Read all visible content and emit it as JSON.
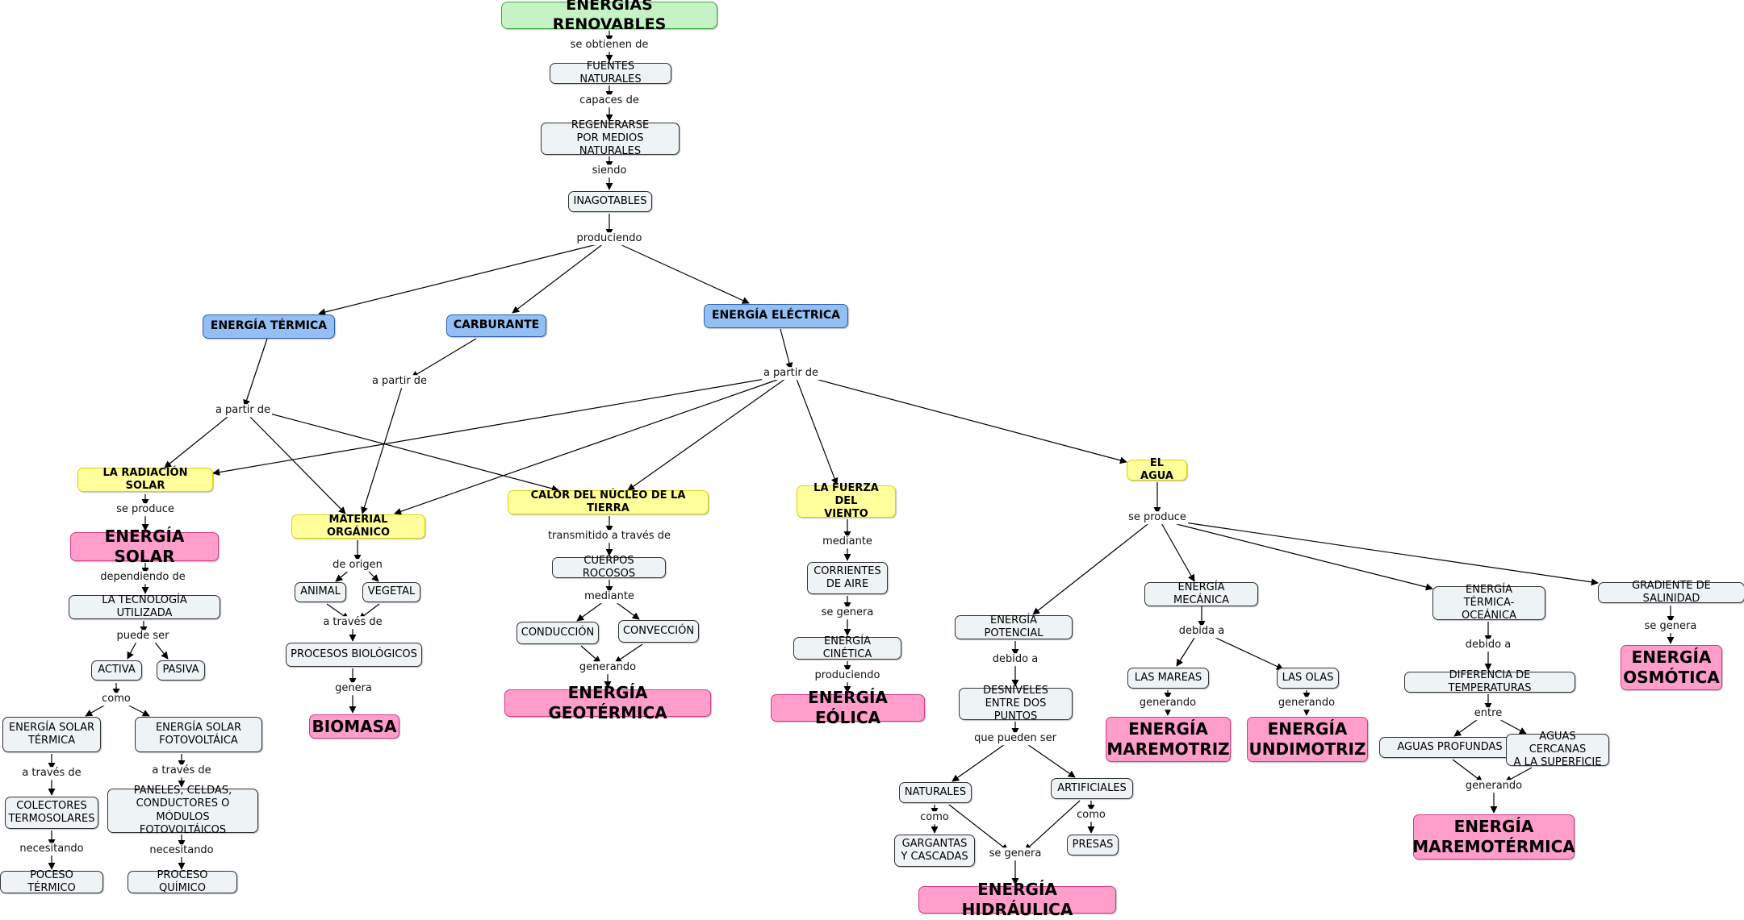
{
  "colors": {
    "green": "#c6f3c6",
    "blue": "#93bff4",
    "yellow": "#ffff9c",
    "pink": "#ff9dcb",
    "grey": "#eef3f5"
  },
  "nodes": {
    "renovables": {
      "text": "ENERGÍAS RENOVABLES",
      "style": "green"
    },
    "fuentes": {
      "text": "FUENTES NATURALES",
      "style": "grey"
    },
    "regenerarse": {
      "text": "REGENERARSE\nPOR MEDIOS NATURALES",
      "style": "grey"
    },
    "inagotables": {
      "text": "INAGOTABLES",
      "style": "grey"
    },
    "termica": {
      "text": "ENERGÍA TÉRMICA",
      "style": "blue"
    },
    "carburante": {
      "text": "CARBURANTE",
      "style": "blue"
    },
    "electrica": {
      "text": "ENERGÍA ELÉCTRICA",
      "style": "blue"
    },
    "radiacion": {
      "text": "LA RADIACIÓN SOLAR",
      "style": "yellow"
    },
    "material": {
      "text": "MATERIAL ORGÁNICO",
      "style": "yellow"
    },
    "calor": {
      "text": "CALOR DEL NÚCLEO DE LA TIERRA",
      "style": "yellow"
    },
    "fuerza": {
      "text": "LA FUERZA DEL\nVIENTO",
      "style": "yellow"
    },
    "agua": {
      "text": "EL AGUA",
      "style": "yellow"
    },
    "solar": {
      "text": "ENERGÍA SOLAR",
      "style": "pink"
    },
    "tecnologia": {
      "text": "LA TECNOLOGÍA UTILIZADA",
      "style": "grey"
    },
    "activa": {
      "text": "ACTIVA",
      "style": "grey"
    },
    "pasiva": {
      "text": "PASIVA",
      "style": "grey"
    },
    "st_termica": {
      "text": "ENERGÍA SOLAR\nTÉRMICA",
      "style": "grey"
    },
    "st_foto": {
      "text": "ENERGÍA SOLAR\nFOTOVOLTÁICA",
      "style": "grey"
    },
    "colectores": {
      "text": "COLECTORES\nTERMOSOLARES",
      "style": "grey"
    },
    "paneles": {
      "text": "PANELES, CELDAS,\nCONDUCTORES O\nMÓDULOS FOTOVOLTÁICOS",
      "style": "grey"
    },
    "poceso": {
      "text": "POCESO TÉRMICO",
      "style": "grey"
    },
    "quimico": {
      "text": "PROCESO QUÍMICO",
      "style": "grey"
    },
    "animal": {
      "text": "ANIMAL",
      "style": "grey"
    },
    "vegetal": {
      "text": "VEGETAL",
      "style": "grey"
    },
    "procesos": {
      "text": "PROCESOS BIOLÓGICOS",
      "style": "grey"
    },
    "biomasa": {
      "text": "BIOMASA",
      "style": "pink"
    },
    "cuerpos": {
      "text": "CUERPOS ROCOSOS",
      "style": "grey"
    },
    "conduccion": {
      "text": "CONDUCCIÓN",
      "style": "grey"
    },
    "conveccion": {
      "text": "CONVECCIÓN",
      "style": "grey"
    },
    "geotermica": {
      "text": "ENERGÍA GEOTÉRMICA",
      "style": "pink"
    },
    "corrientes": {
      "text": "CORRIENTES\nDE AIRE",
      "style": "grey"
    },
    "cinetica": {
      "text": "ENERGÍA CINÉTICA",
      "style": "grey"
    },
    "eolica": {
      "text": "ENERGÍA EÓLICA",
      "style": "pink"
    },
    "potencial": {
      "text": "ENERGÍA POTENCIAL",
      "style": "grey"
    },
    "desniveles": {
      "text": "DESNIVELES\nENTRE DOS PUNTOS",
      "style": "grey"
    },
    "naturales": {
      "text": "NATURALES",
      "style": "grey"
    },
    "artificiales": {
      "text": "ARTIFICIALES",
      "style": "grey"
    },
    "gargantas": {
      "text": "GARGANTAS\nY CASCADAS",
      "style": "grey"
    },
    "presas": {
      "text": "PRESAS",
      "style": "grey"
    },
    "hidraulica": {
      "text": "ENERGÍA HIDRÁULICA",
      "style": "pink"
    },
    "mecanica": {
      "text": "ENERGÍA MECÁNICA",
      "style": "grey"
    },
    "mareas": {
      "text": "LAS MAREAS",
      "style": "grey"
    },
    "olas": {
      "text": "LAS OLAS",
      "style": "grey"
    },
    "maremotriz": {
      "text": "ENERGÍA\nMAREMOTRIZ",
      "style": "pink"
    },
    "undimotriz": {
      "text": "ENERGÍA\nUNDIMOTRIZ",
      "style": "pink"
    },
    "oceanica": {
      "text": "ENERGÍA\nTÉRMICA-OCEÁNICA",
      "style": "grey"
    },
    "diferencia": {
      "text": "DIFERENCIA DE TEMPERATURAS",
      "style": "grey"
    },
    "profundas": {
      "text": "AGUAS PROFUNDAS",
      "style": "grey"
    },
    "cercanas": {
      "text": "AGUAS CERCANAS\nA LA SUPERFICIE",
      "style": "grey"
    },
    "maremotermica": {
      "text": "ENERGÍA\nMAREMOTÉRMICA",
      "style": "pink"
    },
    "salinidad": {
      "text": "GRADIENTE DE SALINIDAD",
      "style": "grey"
    },
    "osmotica": {
      "text": "ENERGÍA\nOSMÓTICA",
      "style": "pink"
    }
  },
  "labels": {
    "se_obtienen": "se obtienen de",
    "capaces": "capaces de",
    "siendo": "siendo",
    "produciendo": "produciendo",
    "apartir_carb": "a partir de",
    "apartir_elec": "a partir de",
    "apartir_term": "a partir de",
    "se_produce_sol": "se produce",
    "dependiendo": "dependiendo de",
    "puede_ser": "puede ser",
    "como_sol": "como",
    "atraves_col": "a través de",
    "atraves_pan": "a través de",
    "necesitando_col": "necesitando",
    "necesitando_pan": "necesitando",
    "de_origen": "de origen",
    "atraves_bio": "a través de",
    "genera_bio": "genera",
    "transmitido": "transmitido a través de",
    "mediante_geo": "mediante",
    "generando_geo": "generando",
    "mediante_vien": "mediante",
    "se_genera_vien": "se genera",
    "produciendo_vien": "produciendo",
    "se_produce_agua": "se produce",
    "debido_pot": "debido a",
    "pueden_ser": "que pueden ser",
    "como_nat": "como",
    "como_art": "como",
    "se_genera_hid": "se genera",
    "debida_mec": "debida a",
    "generando_mar": "generando",
    "generando_ola": "generando",
    "debido_oce": "debido a",
    "entre": "entre",
    "generando_oce": "generando",
    "se_genera_sal": "se genera"
  }
}
